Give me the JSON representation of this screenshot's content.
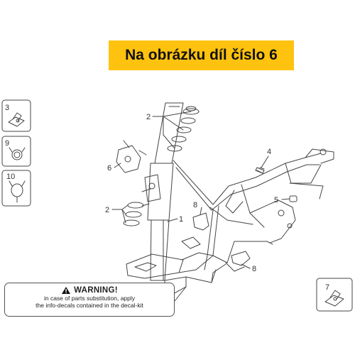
{
  "banner": {
    "text": "Na obrázku díl číslo 6",
    "background": "#FFC20E"
  },
  "callouts": {
    "part1": "1",
    "part2_top": "2",
    "part2_mid": "2",
    "part3": "3",
    "part4": "4",
    "part5": "5",
    "part6": "6",
    "part7": "7",
    "part8_top": "8",
    "part8_bottom": "8",
    "part9": "9",
    "part10": "10"
  },
  "warning": {
    "icon": "warning-triangle-icon",
    "title": "WARNING!",
    "line1": "in case of parts substitution, apply",
    "line2": "the info-decals contained in the decal-kit"
  },
  "colors": {
    "line": "#444444",
    "banner": "#FFC20E"
  }
}
